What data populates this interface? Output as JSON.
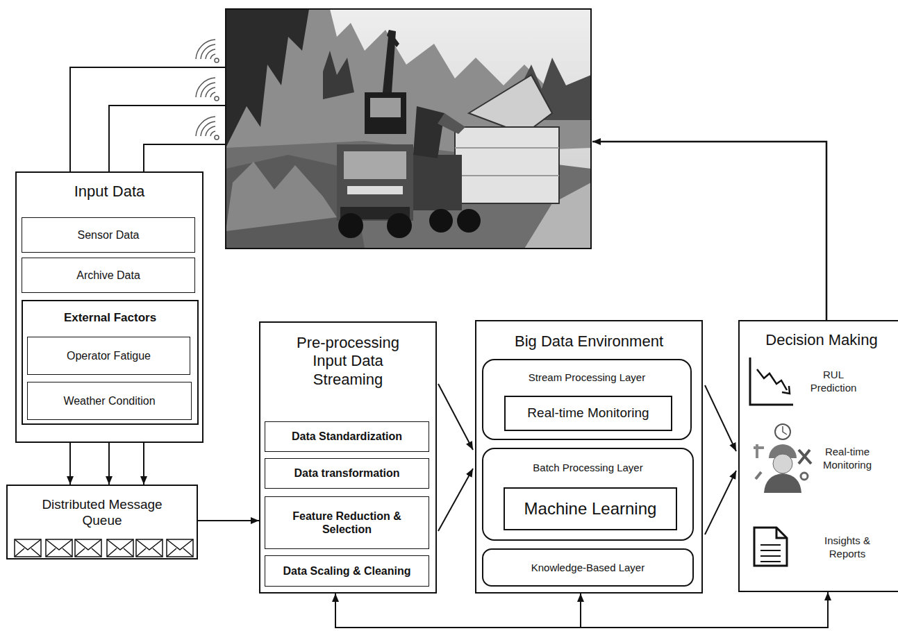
{
  "diagram": {
    "nodes": [
      {
        "text": [
          "Input Data"
        ]
      },
      {
        "text": [
          "Sensor Data"
        ],
        "in": 0
      },
      {
        "text": [
          "Archive Data"
        ],
        "in": 0
      },
      {
        "text": [
          "External Factors"
        ],
        "in": 0
      },
      {
        "text": [
          "Operator Fatigue"
        ],
        "in": 3
      },
      {
        "text": [
          "Weather Condition"
        ],
        "in": 3
      },
      {
        "text": [
          "Distributed Message Queue"
        ]
      },
      {
        "text": [
          "Pre-processing Input Data Streaming"
        ]
      },
      {
        "text": [
          "Data Standardization"
        ],
        "in": 7
      },
      {
        "text": [
          "Data transformation"
        ],
        "in": 7
      },
      {
        "text": [
          "Feature Reduction & Selection"
        ],
        "in": 7
      },
      {
        "text": [
          "Data Scaling & Cleaning"
        ],
        "in": 7
      },
      {
        "text": [
          "Big Data Environment"
        ]
      },
      {
        "text": [
          "Stream Processing Layer"
        ],
        "in": 12
      },
      {
        "text": [
          "Real-time Monitoring"
        ],
        "in": 13
      },
      {
        "text": [
          "Batch Processing Layer"
        ],
        "in": 12
      },
      {
        "text": [
          "Machine Learning"
        ],
        "in": 15
      },
      {
        "text": [
          "Knowledge-Based Layer"
        ],
        "in": 12
      },
      {
        "text": [
          "Decision Making"
        ]
      }
    ],
    "edges": [
      {
        "from": 0,
        "to": 6,
        "arrow": "to"
      },
      {
        "from": 0,
        "to": 6,
        "arrow": "to"
      },
      {
        "from": 0,
        "to": 6,
        "arrow": "to"
      },
      {
        "from": 6,
        "to": 7,
        "arrow": "to"
      },
      {
        "from": 7,
        "to": 12,
        "arrow": "to"
      },
      {
        "from": 7,
        "to": 12,
        "arrow": "to"
      },
      {
        "from": 12,
        "to": 18,
        "arrow": "to"
      },
      {
        "from": 12,
        "to": 18,
        "arrow": "to"
      },
      {
        "from": 18,
        "to": 7,
        "arrow": "to"
      },
      {
        "from": 18,
        "to": 12,
        "arrow": "both"
      }
    ],
    "labels": [
      "RUL Prediction",
      "Real-time Monitoring",
      "Insights & Reports"
    ]
  }
}
